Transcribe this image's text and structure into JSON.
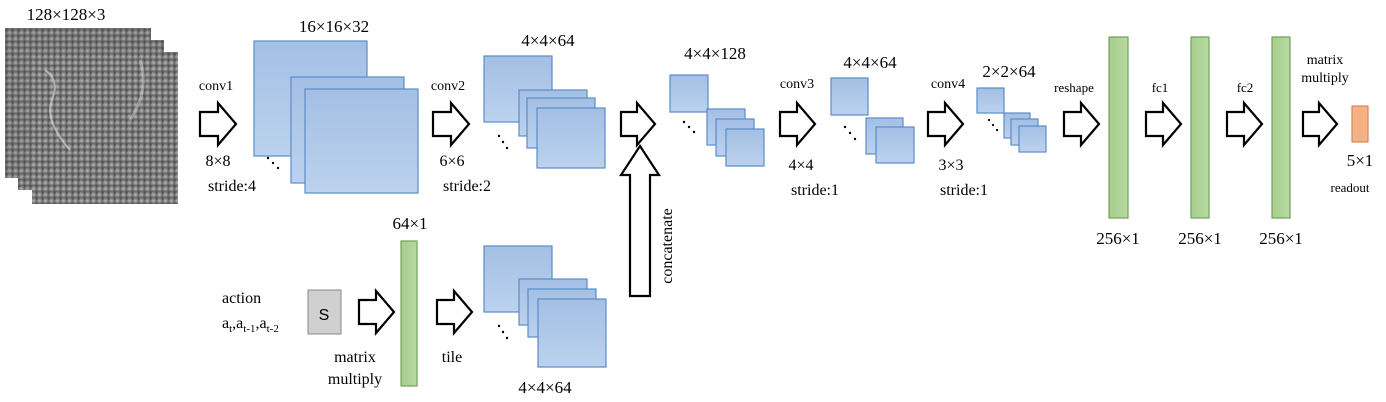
{
  "input": {
    "size_label": "128×128×3"
  },
  "conv1": {
    "name": "conv1",
    "kernel": "8×8",
    "stride": "stride:4",
    "output_label": "16×16×32"
  },
  "conv2": {
    "name": "conv2",
    "kernel": "6×6",
    "stride": "stride:2",
    "output_label": "4×4×64"
  },
  "concat": {
    "output_label": "4×4×128",
    "arrow_label": "concatenate"
  },
  "conv3": {
    "name": "conv3",
    "kernel": "4×4",
    "stride": "stride:1",
    "output_label": "4×4×64"
  },
  "conv4": {
    "name": "conv4",
    "kernel": "3×3",
    "stride": "stride:1",
    "output_label": "2×2×64"
  },
  "reshape": {
    "name": "reshape",
    "output_label": "256×1"
  },
  "fc1": {
    "name": "fc1",
    "output_label": "256×1"
  },
  "fc2": {
    "name": "fc2",
    "output_label": "256×1"
  },
  "readout": {
    "op_line1": "matrix",
    "op_line2": "multiply",
    "size_label": "5×1",
    "name": "readout"
  },
  "action": {
    "label": "action",
    "seq_a1": "a",
    "seq_s1": "t",
    "seq_a2": ",a",
    "seq_s2": "t-1",
    "seq_a3": ",a",
    "seq_s3": "t-2",
    "matrix_label": "S"
  },
  "action_mm": {
    "line1": "matrix",
    "line2": "multiply",
    "output_label": "64×1"
  },
  "tile": {
    "name": "tile",
    "output_label": "4×4×64"
  },
  "colors": {
    "blue_fill": "#a9c4e6",
    "blue_stroke": "#5b8cc8",
    "green_fill": "#a9d08e",
    "green_stroke": "#6ea45a",
    "orange_fill": "#f4b183",
    "gray_fill": "#d0d0d0"
  }
}
